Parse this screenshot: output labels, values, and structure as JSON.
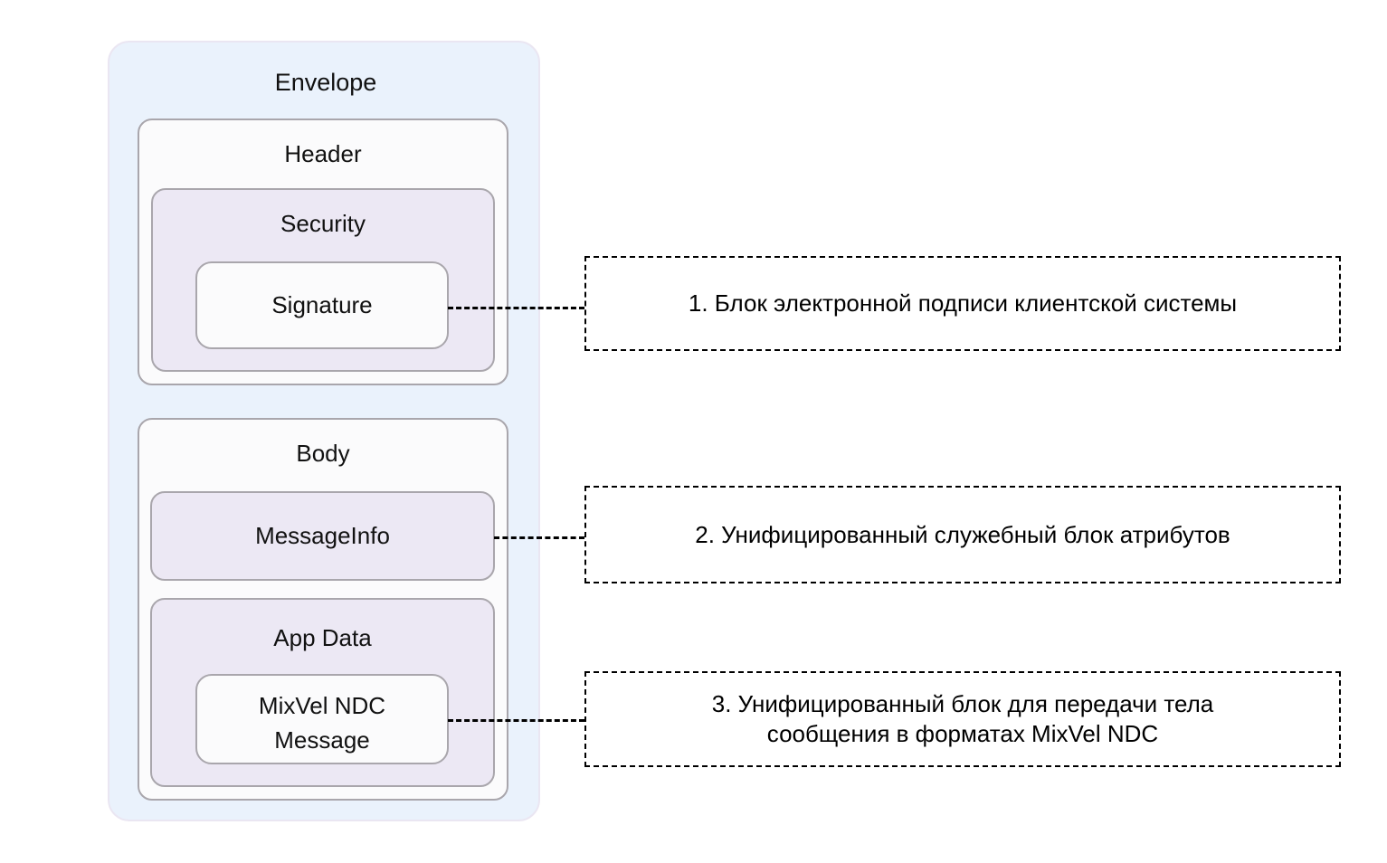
{
  "diagram": {
    "title": "Envelope",
    "envelope": {
      "label": "Envelope",
      "fill_color": "#eaf2fc",
      "border_color": "#eae6f2"
    },
    "blocks": [
      {
        "id": "header",
        "label": "Header",
        "fill_color": "#fbfbfc",
        "border_color": "#a9a6ac"
      },
      {
        "id": "security",
        "label": "Security",
        "fill_color": "#ece8f4",
        "border_color": "#a9a6ac"
      },
      {
        "id": "signature",
        "label": "Signature",
        "fill_color": "#fbfbfc",
        "border_color": "#a9a6ac"
      },
      {
        "id": "body",
        "label": "Body",
        "fill_color": "#fbfbfc",
        "border_color": "#a9a6ac"
      },
      {
        "id": "messageinfo",
        "label": "MessageInfo",
        "fill_color": "#ece8f4",
        "border_color": "#a9a6ac"
      },
      {
        "id": "appdata",
        "label": "App Data",
        "fill_color": "#ece8f4",
        "border_color": "#a9a6ac"
      },
      {
        "id": "mixvel",
        "label": "MixVel NDC Message",
        "line1": "MixVel NDC",
        "line2": "Message",
        "fill_color": "#fbfbfc",
        "border_color": "#a9a6ac"
      }
    ],
    "annotations": [
      {
        "number": "1.",
        "text": "1. Блок электронной подписи клиентской системы",
        "connects_to": "signature"
      },
      {
        "number": "2.",
        "text": "2. Унифицированный служебный блок атрибутов",
        "connects_to": "messageinfo"
      },
      {
        "number": "3.",
        "line1": "3. Унифицированный блок для передачи тела",
        "line2": "сообщения в форматах MixVel NDC",
        "connects_to": "mixvel"
      }
    ]
  }
}
